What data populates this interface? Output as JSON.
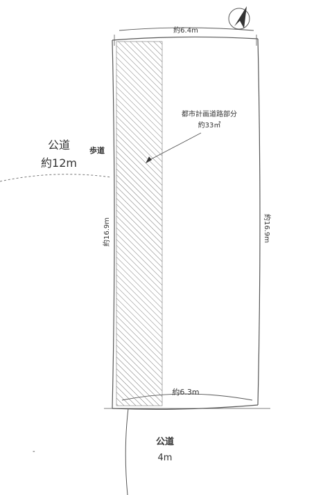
{
  "labels": {
    "top_width": "約6.4m",
    "bottom_width": "約6.3m",
    "left_depth": "約16.9m",
    "right_depth": "約16.9m",
    "plan_area_title": "都市計画道路部分",
    "plan_area_value": "約33㎡",
    "west_road_name": "公道",
    "west_road_width": "約12m",
    "sidewalk": "歩道",
    "south_road_name": "公道",
    "south_road_width": "4m"
  },
  "icons": {
    "north": "north-arrow-icon"
  },
  "colors": {
    "line": "#555555",
    "text": "#333333",
    "hatch": "#666666"
  }
}
